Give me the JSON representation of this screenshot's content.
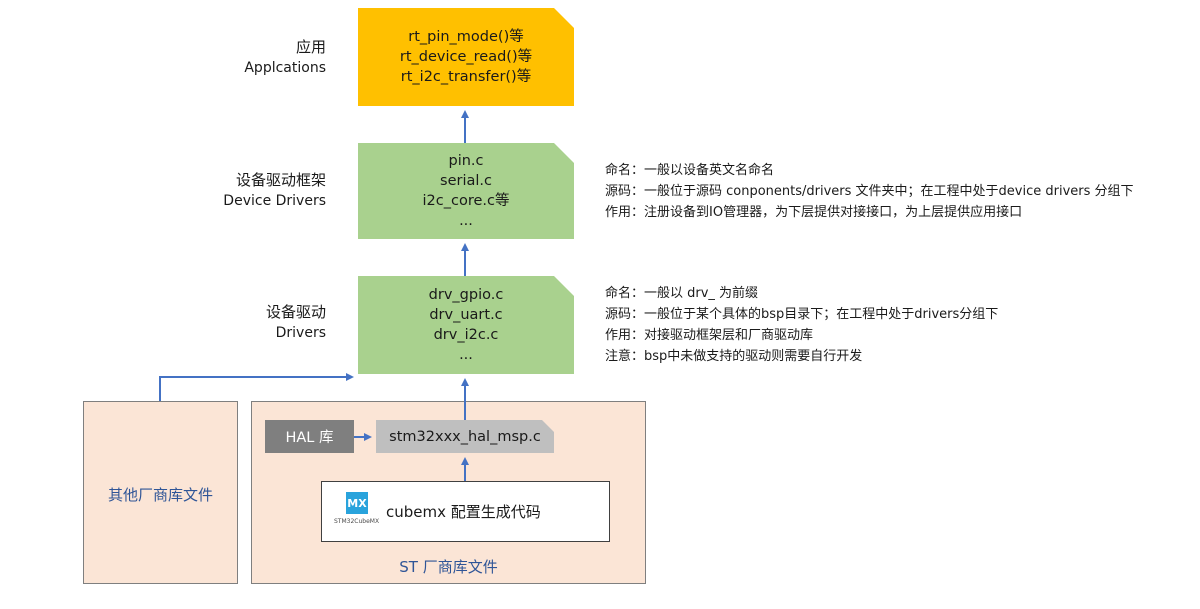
{
  "layers": {
    "applications": {
      "title_zh": "应用",
      "title_en": "Applcations",
      "items": [
        "rt_pin_mode()等",
        "rt_device_read()等",
        "rt_i2c_transfer()等"
      ]
    },
    "device_drivers": {
      "title_zh": "设备驱动框架",
      "title_en": "Device Drivers",
      "items": [
        "pin.c",
        "serial.c",
        "i2c_core.c等",
        "..."
      ],
      "notes": [
        "命名：一般以设备英文名命名",
        "源码：一般位于源码 conponents/drivers 文件夹中；在工程中处于device drivers 分组下",
        "作用：注册设备到IO管理器，为下层提供对接接口，为上层提供应用接口"
      ]
    },
    "drivers": {
      "title_zh": "设备驱动",
      "title_en": "Drivers",
      "items": [
        "drv_gpio.c",
        "drv_uart.c",
        "drv_i2c.c",
        "..."
      ],
      "notes": [
        "命名：一般以 drv_ 为前缀",
        "源码：一般位于某个具体的bsp目录下；在工程中处于drivers分组下",
        "作用：对接驱动框架层和厂商驱动库",
        "注意：bsp中未做支持的驱动则需要自行开发"
      ]
    }
  },
  "vendors": {
    "other_label": "其他厂商库文件",
    "st_label": "ST 厂商库文件",
    "hal_label": "HAL 库",
    "msp_label": "stm32xxx_hal_msp.c",
    "cubemx_label": "cubemx 配置生成代码",
    "cubemx_logo_text": "MX",
    "cubemx_logo_caption": "STM32CubeMX"
  },
  "colors": {
    "app_box": "#ffc000",
    "driver_box": "#a9d18e",
    "vendor_panel": "#fbe5d6",
    "hal_box": "#7f7f7f",
    "msp_box": "#bfbfbf",
    "arrow": "#4472c4",
    "vendor_text": "#2f5597",
    "cubemx_logo": "#29a3dc"
  }
}
